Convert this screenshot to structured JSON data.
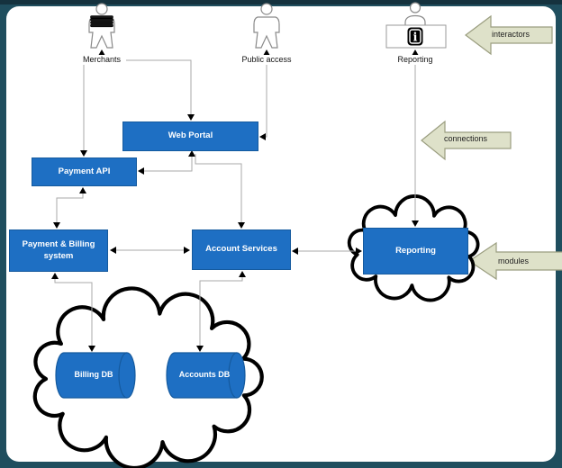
{
  "actors": {
    "merchants": {
      "label": "Merchants"
    },
    "public_access": {
      "label": "Public access"
    },
    "reporting": {
      "label": "Reporting"
    }
  },
  "nodes": {
    "web_portal": {
      "label": "Web Portal"
    },
    "payment_api": {
      "label": "Payment API"
    },
    "payment_billing": {
      "label": "Payment & Billing system"
    },
    "account_services": {
      "label": "Account Services"
    },
    "reporting": {
      "label": "Reporting"
    }
  },
  "databases": {
    "billing_db": {
      "label": "Billing DB"
    },
    "accounts_db": {
      "label": "Accounts DB"
    }
  },
  "legend": {
    "interactors": {
      "label": "interactors"
    },
    "connections": {
      "label": "connections"
    },
    "modules": {
      "label": "modules"
    }
  },
  "icons": {
    "info_glyph": "i"
  },
  "colors": {
    "background": "#1f4e5e",
    "canvas": "#ffffff",
    "node_fill": "#1e6fc3",
    "node_border": "#155a9e",
    "connector": "#aaaaaa",
    "arrow_fill": "#dee1c9",
    "arrow_border": "#9b9e80",
    "cloud_stroke": "#000000",
    "label_text": "#111111"
  }
}
